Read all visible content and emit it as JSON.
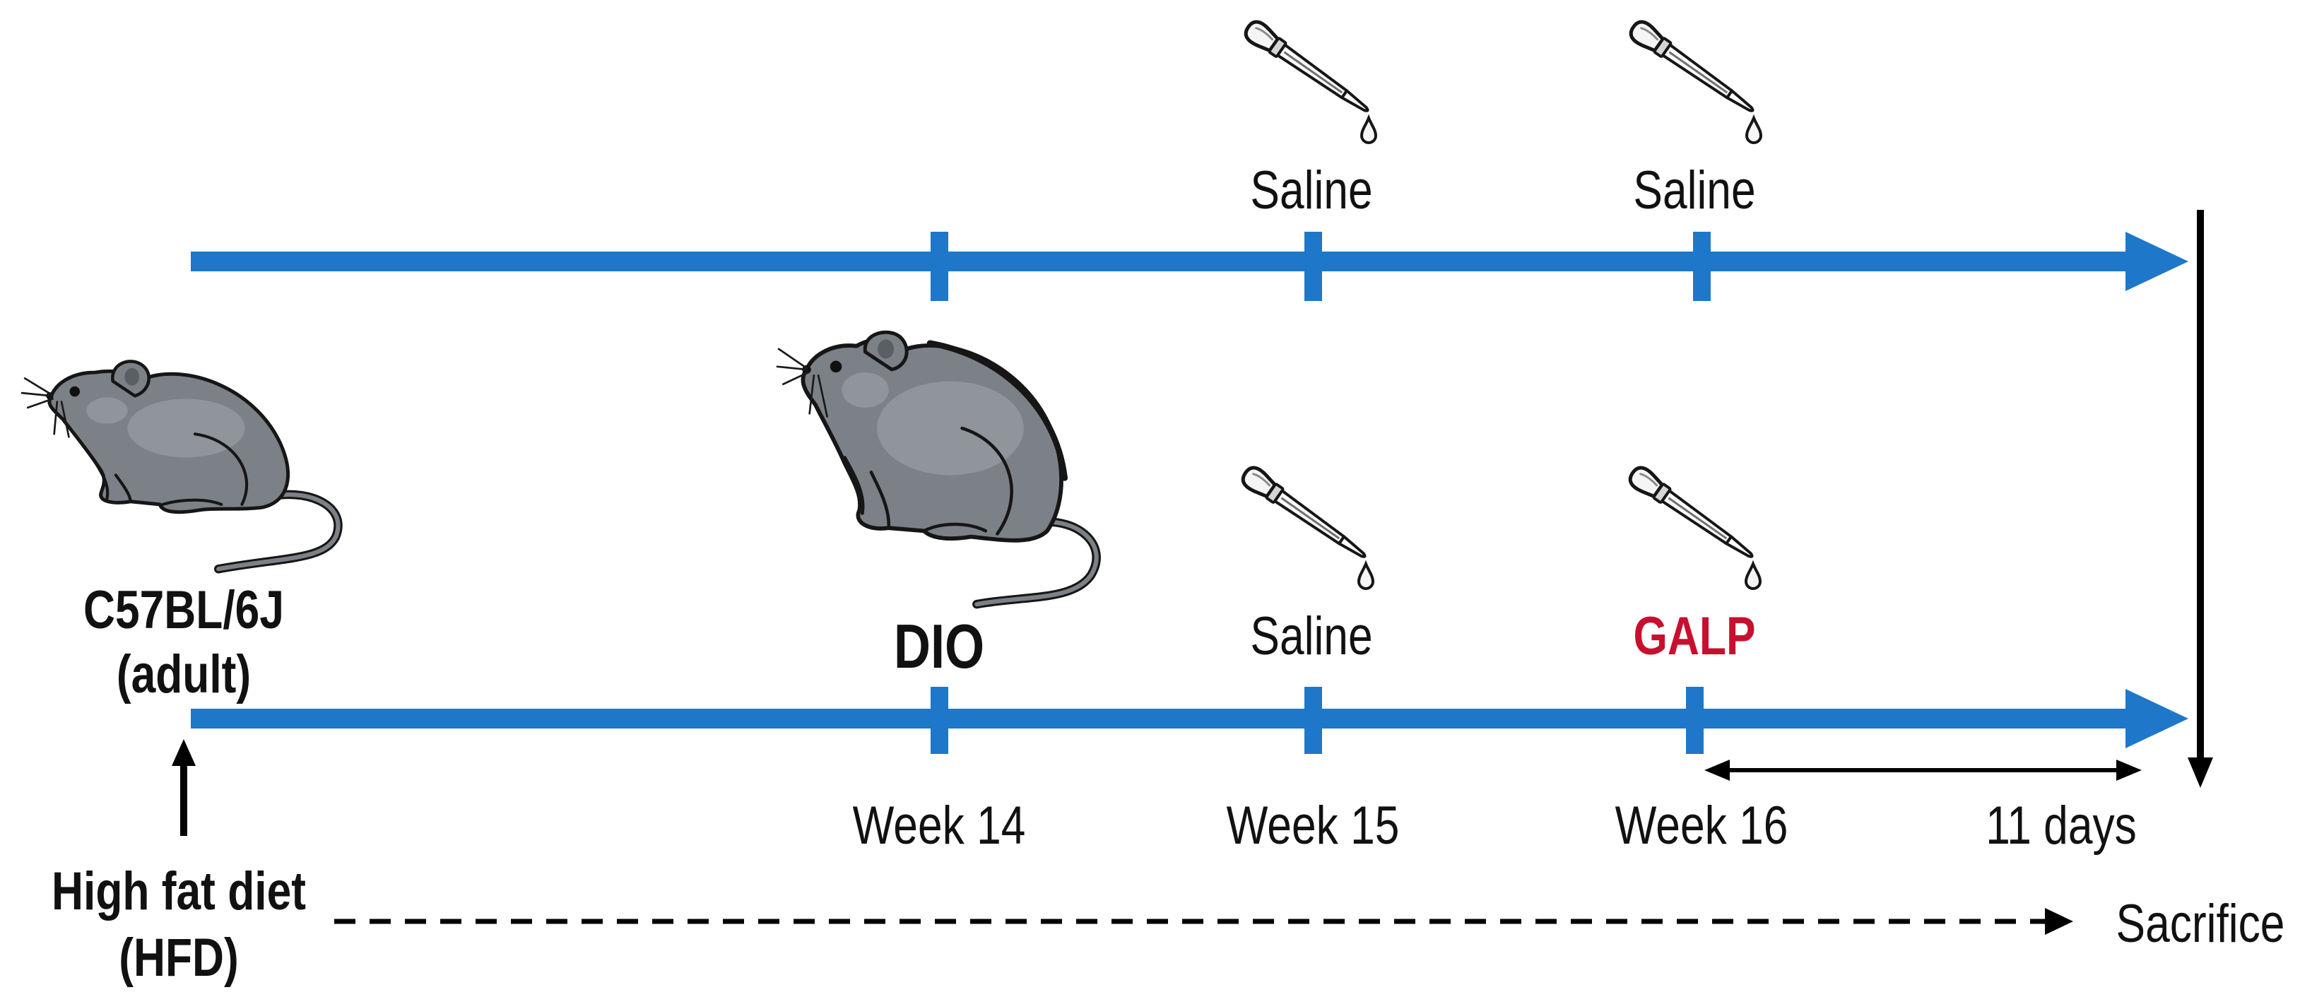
{
  "colors": {
    "timeline": "#1f77c9",
    "highlight_treatment": "#c8102e",
    "arrows": "#000000",
    "mouse_fur": "#7c8187"
  },
  "start": {
    "icon": "mouse-icon",
    "strain": "C57BL/6J",
    "age": "(adult)"
  },
  "diet": {
    "label": "High fat diet",
    "abbreviation": "(HFD)"
  },
  "timeline": {
    "weeks": [
      "Week 14",
      "Week 15",
      "Week 16"
    ],
    "control_arm": {
      "treatments": [
        {
          "label": "Saline",
          "icon": "dropper-icon"
        },
        {
          "label": "Saline",
          "icon": "dropper-icon"
        }
      ]
    },
    "treated_arm": {
      "model": {
        "label": "DIO",
        "icon": "obese-mouse-icon"
      },
      "treatments": [
        {
          "label": "Saline",
          "icon": "dropper-icon"
        },
        {
          "label": "GALP",
          "icon": "dropper-icon"
        }
      ]
    },
    "final_interval": "11 days"
  },
  "endpoint": {
    "label": "Sacrifice"
  }
}
